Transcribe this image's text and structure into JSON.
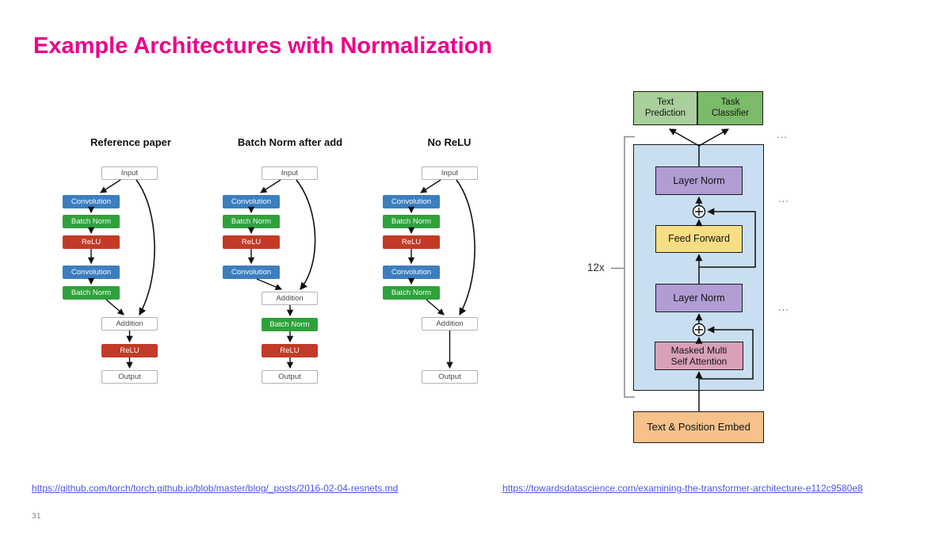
{
  "slide": {
    "title": "Example Architectures with Normalization",
    "title_color": "#EC008C",
    "page_number": "31"
  },
  "links": {
    "resnet_source": "https://github.com/torch/torch.github.io/blob/master/blog/_posts/2016-02-04-resnets.md",
    "transformer_source": "https://towardsdatascience.com/examining-the-transformer-architecture-e112c9580e8"
  },
  "resnet": {
    "palette": {
      "convolution_blue": "#3D7EBF",
      "batch_norm_green": "#2EA23A",
      "relu_red": "#C23B28",
      "io_white": "#FFFFFF",
      "io_border": "#B3B3B3"
    },
    "diagrams": [
      {
        "title": "Reference paper",
        "nodes": {
          "input": "Input",
          "conv1": "Convolution",
          "bn1": "Batch Norm",
          "relu1": "ReLU",
          "conv2": "Convolution",
          "bn2": "Batch Norm",
          "addition": "Addition",
          "relu2": "ReLU",
          "output": "Output"
        }
      },
      {
        "title": "Batch Norm after add",
        "nodes": {
          "input": "Input",
          "conv1": "Convolution",
          "bn1": "Batch Norm",
          "relu1": "ReLU",
          "conv2": "Convolution",
          "addition": "Addition",
          "bn2": "Batch Norm",
          "relu2": "ReLU",
          "output": "Output"
        }
      },
      {
        "title": "No ReLU",
        "nodes": {
          "input": "Input",
          "conv1": "Convolution",
          "bn1": "Batch Norm",
          "relu1": "ReLU",
          "conv2": "Convolution",
          "bn2": "Batch Norm",
          "addition": "Addition",
          "output": "Output"
        }
      }
    ]
  },
  "transformer": {
    "palette": {
      "text_prediction_green": "#A9CF9B",
      "task_classifier_green": "#7CBB6A",
      "block_blue": "#C9DFF1",
      "layer_norm_purple": "#B19CD3",
      "feed_forward_yellow": "#F8DE82",
      "attention_pink": "#D9A1B9",
      "embed_orange": "#F6C289"
    },
    "multiplier_label": "12x",
    "ellipsis": "...",
    "nodes": {
      "text_prediction_line1": "Text",
      "text_prediction_line2": "Prediction",
      "task_classifier_line1": "Task",
      "task_classifier_line2": "Classifier",
      "layer_norm_top": "Layer Norm",
      "feed_forward": "Feed Forward",
      "layer_norm_bottom": "Layer Norm",
      "attention_line1": "Masked Multi",
      "attention_line2": "Self Attention",
      "embed": "Text & Position Embed"
    }
  }
}
